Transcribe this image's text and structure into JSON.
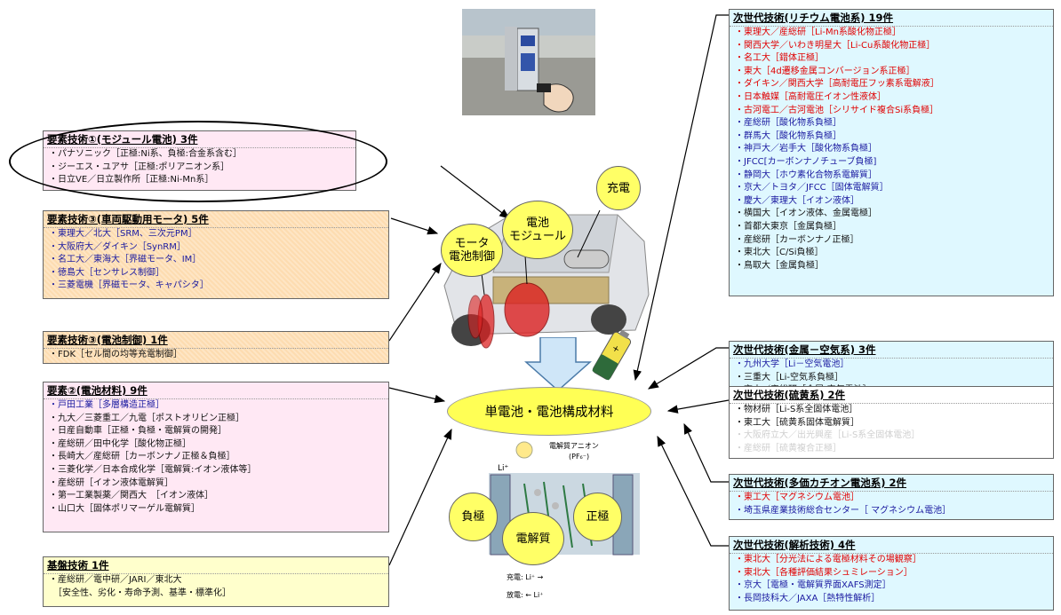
{
  "center": {
    "label": "単電池・電池構成材料"
  },
  "bubbles": {
    "charge": "充電",
    "module": "電池\nモジュール",
    "motor": "モータ\n電池制御",
    "negative": "負極",
    "electrolyte": "電解質",
    "positive": "正極"
  },
  "diagram_labels": {
    "anion": "電解質アニオン\n(PF₆⁻)",
    "li_ion": "Li⁺",
    "charge_row": "充電:  Li⁺ →",
    "discharge_row": "放電:  ← Li⁺"
  },
  "left": {
    "module_box": {
      "title": "要素技術①(モジュール電池) 3件",
      "items": [
        {
          "text": "・パナソニック［正極:Ni系、負極:合金系含む］",
          "color": "black"
        },
        {
          "text": "・ジーエス・ユアサ［正極:ポリアニオン系］",
          "color": "black"
        },
        {
          "text": "・日立VE／日立製作所［正極:Ni-Mn系］",
          "color": "black"
        }
      ]
    },
    "motor_box": {
      "title": "要素技術③(車両駆動用モータ) 5件",
      "items": [
        {
          "text": "・東理大／北大［SRM、三次元PM］",
          "color": "blue"
        },
        {
          "text": "・大阪府大／ダイキン［SynRM］",
          "color": "blue"
        },
        {
          "text": "・名工大／東海大［界磁モータ、IM］",
          "color": "blue"
        },
        {
          "text": "・徳島大［センサレス制御］",
          "color": "blue"
        },
        {
          "text": "・三菱電機［界磁モータ、キャパシタ］",
          "color": "blue"
        }
      ]
    },
    "control_box": {
      "title": "要素技術③(電池制御) 1件",
      "items": [
        {
          "text": "・FDK［セル間の均等充電制御］",
          "color": "black"
        }
      ]
    },
    "material_box": {
      "title": "要素②(電池材料) 9件",
      "items": [
        {
          "text": "・戸田工業［多層構造正極］",
          "color": "blue"
        },
        {
          "text": "・九大／三菱重工／九電［ポストオリビン正極］",
          "color": "black"
        },
        {
          "text": "・日産自動車［正極・負極・電解質の開発］",
          "color": "black"
        },
        {
          "text": "・産総研／田中化学［酸化物正極］",
          "color": "black"
        },
        {
          "text": "・長崎大／産総研［カーボンナノ正極＆負極］",
          "color": "black"
        },
        {
          "text": "・三菱化学／日本合成化学［電解質:イオン液体等］",
          "color": "black"
        },
        {
          "text": "・産総研［イオン液体電解質］",
          "color": "black"
        },
        {
          "text": "・第一工業製薬／関西大　［イオン液体］",
          "color": "black"
        },
        {
          "text": "・山口大［固体ポリマーゲル電解質］",
          "color": "black"
        }
      ]
    },
    "base_box": {
      "title": "基盤技術 1件",
      "items": [
        {
          "text": "・産総研／電中研／JARI／東北大",
          "color": "black"
        },
        {
          "text": "　［安全性、劣化・寿命予測、基準・標準化］",
          "color": "black"
        }
      ]
    }
  },
  "right": {
    "lithium_box": {
      "title": "次世代技術(リチウム電池系) 19件",
      "items": [
        {
          "text": "・東理大／産総研［Li-Mn系酸化物正極］",
          "color": "red"
        },
        {
          "text": "・関西大学／いわき明星大［Li-Cu系酸化物正極］",
          "color": "red"
        },
        {
          "text": "・名工大［錯体正極］",
          "color": "red"
        },
        {
          "text": "・東大［4d遷移金属コンバージョン系正極］",
          "color": "red"
        },
        {
          "text": "・ダイキン／関西大学［高耐電圧フッ素系電解液］",
          "color": "red"
        },
        {
          "text": "・日本触媒［高耐電圧イオン性液体］",
          "color": "red"
        },
        {
          "text": "・古河電工／古河電池［シリサイド複合Si系負極］",
          "color": "red"
        },
        {
          "text": "・産総研［酸化物系負極］",
          "color": "blue"
        },
        {
          "text": "・群馬大［酸化物系負極］",
          "color": "blue"
        },
        {
          "text": "・神戸大／岩手大［酸化物系負極］",
          "color": "blue"
        },
        {
          "text": "・JFCC[カーボンナノチューブ負極]",
          "color": "blue"
        },
        {
          "text": "・静岡大［ホウ素化合物系電解質］",
          "color": "blue"
        },
        {
          "text": "・京大／トヨタ／JFCC［固体電解質］",
          "color": "blue"
        },
        {
          "text": "・慶大／東理大［イオン液体］",
          "color": "blue"
        },
        {
          "text": "・横国大［イオン液体、金属電極］",
          "color": "black"
        },
        {
          "text": "・首都大東京［金属負極］",
          "color": "black"
        },
        {
          "text": "・産総研［カーボンナノ正極］",
          "color": "black"
        },
        {
          "text": "・東北大［C/Si負極］",
          "color": "black"
        },
        {
          "text": "・鳥取大［金属負極］",
          "color": "black"
        }
      ]
    },
    "metal_air_box": {
      "title": "次世代技術(金属－空気系) 3件",
      "items": [
        {
          "text": "・九州大学［Li－空気電池］",
          "color": "blue"
        },
        {
          "text": "・三重大［Li-空気系負極］",
          "color": "black"
        },
        {
          "text": "・京大／産総研［金属-空気電池］",
          "color": "black"
        }
      ]
    },
    "sulfur_box": {
      "title": "次世代技術(硫黄系) 2件",
      "items": [
        {
          "text": "・物材研［Li-S系全固体電池］",
          "color": "black"
        },
        {
          "text": "・東工大［硫黄系固体電解質］",
          "color": "black"
        },
        {
          "text": "・大阪府立大／出光興産［Li-S系全固体電池］",
          "color": "faded"
        },
        {
          "text": "・産総研［硫黄複合正極］",
          "color": "faded"
        }
      ]
    },
    "multivalent_box": {
      "title": "次世代技術(多価カチオン電池系) 2件",
      "items": [
        {
          "text": "・東工大［マグネシウム電池］",
          "color": "red"
        },
        {
          "text": "・埼玉県産業技術総合センター［ マグネシウム電池］",
          "color": "blue"
        }
      ]
    },
    "analysis_box": {
      "title": "次世代技術(解析技術) 4件",
      "items": [
        {
          "text": "・東北大［分光法による電極材料その場観察］",
          "color": "red"
        },
        {
          "text": "・東北大［各種評価結果シュミレーション］",
          "color": "red"
        },
        {
          "text": "・京大［電極・電解質界面XAFS測定］",
          "color": "blue"
        },
        {
          "text": "・長岡技科大／JAXA［熱特性解析］",
          "color": "blue"
        }
      ]
    }
  },
  "colors": {
    "red": "#e00000",
    "blue": "#1a1aa0",
    "black": "#111111",
    "faded": "#cfcfcf",
    "pink_box": "#ffe8f4",
    "orange_box": "#fddcb0",
    "cyan_box": "#dff8ff",
    "yellow_box": "#ffffcc",
    "bubble": "#ffff66"
  }
}
